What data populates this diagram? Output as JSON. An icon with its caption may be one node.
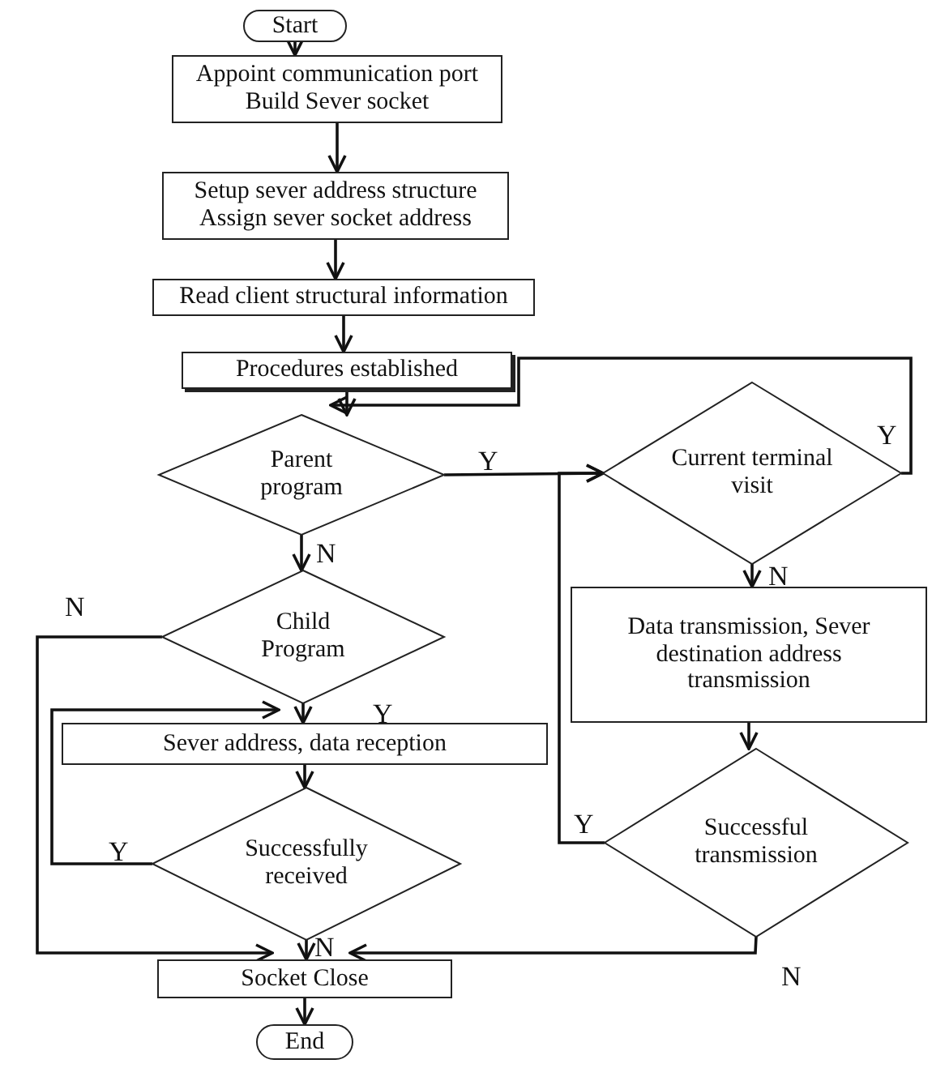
{
  "diagram": {
    "nodes": [
      {
        "text": [
          "Start"
        ]
      },
      {
        "text": [
          "Appoint communication port Build Sever socket"
        ]
      },
      {
        "text": [
          "Setup sever address structure Assign sever socket address"
        ]
      },
      {
        "text": [
          "Read client structural information"
        ]
      },
      {
        "text": [
          "Procedures established"
        ]
      },
      {
        "text": [
          "Parent program"
        ]
      },
      {
        "text": [
          "Current terminal visit"
        ]
      },
      {
        "text": [
          "Child Program"
        ]
      },
      {
        "text": [
          "Data transmission, Sever destination address transmission"
        ]
      },
      {
        "text": [
          "Sever address, data reception"
        ]
      },
      {
        "text": [
          "Successfully received"
        ]
      },
      {
        "text": [
          "Successful transmission"
        ]
      },
      {
        "text": [
          "Socket Close"
        ]
      },
      {
        "text": [
          "End"
        ]
      }
    ],
    "edges": [
      {
        "from": 0,
        "to": 1,
        "arrow": "to"
      },
      {
        "from": 1,
        "to": 2,
        "arrow": "to"
      },
      {
        "from": 2,
        "to": 3,
        "arrow": "to"
      },
      {
        "from": 3,
        "to": 4,
        "arrow": "to"
      },
      {
        "from": 4,
        "to": 5,
        "arrow": "to"
      },
      {
        "from": 5,
        "to": 6,
        "arrow": "to",
        "label": "Y"
      },
      {
        "from": 6,
        "to": 5,
        "arrow": "to",
        "label": "Y"
      },
      {
        "from": 5,
        "to": 7,
        "arrow": "to",
        "label": "N"
      },
      {
        "from": 6,
        "to": 8,
        "arrow": "to",
        "label": "N"
      },
      {
        "from": 7,
        "to": 9,
        "arrow": "to",
        "label": "Y"
      },
      {
        "from": 7,
        "to": 12,
        "arrow": "to",
        "label": "N"
      },
      {
        "from": 8,
        "to": 11,
        "arrow": "to"
      },
      {
        "from": 9,
        "to": 10,
        "arrow": "to"
      },
      {
        "from": 10,
        "to": 9,
        "arrow": "to",
        "label": "Y"
      },
      {
        "from": 10,
        "to": 12,
        "arrow": "to",
        "label": "N"
      },
      {
        "from": 11,
        "to": 6,
        "arrow": "to",
        "label": "Y"
      },
      {
        "from": 11,
        "to": 12,
        "arrow": "to",
        "label": "N"
      },
      {
        "from": 12,
        "to": 13,
        "arrow": "to"
      }
    ]
  }
}
